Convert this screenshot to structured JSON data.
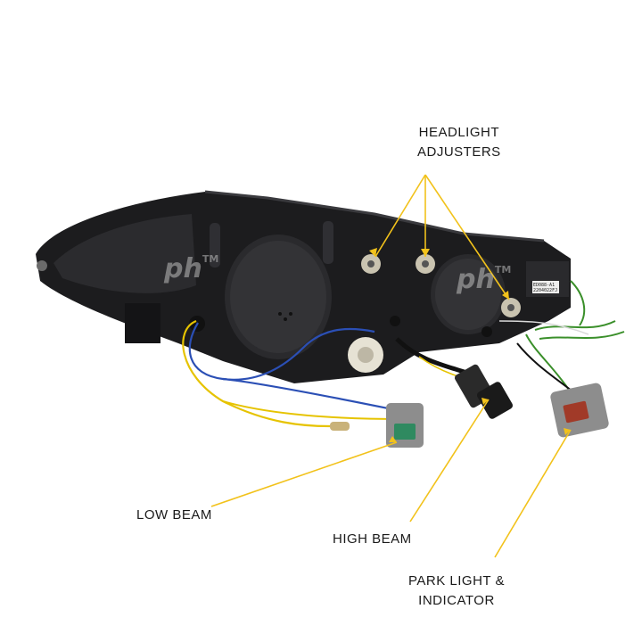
{
  "image": {
    "subject": "Projector headlight assembly rear view",
    "watermark_text": "ph",
    "watermark_mark": "TM"
  },
  "labels": {
    "headlight_adjusters_line1": "HEADLIGHT",
    "headlight_adjusters_line2": "ADJUSTERS",
    "low_beam": "LOW BEAM",
    "high_beam": "HIGH BEAM",
    "park_light_line1": "PARK LIGHT &",
    "park_light_line2": "INDICATOR"
  },
  "sticker": {
    "line1": "ED088-A1",
    "line2": "2204022FJ"
  },
  "colors": {
    "callout_line": "#f2c21b",
    "housing": "#1c1c1e",
    "connector_grey": "#8d8d8d",
    "wire_yellow": "#e6c300",
    "wire_blue": "#2b4fb5",
    "wire_green": "#3a8f2a"
  }
}
